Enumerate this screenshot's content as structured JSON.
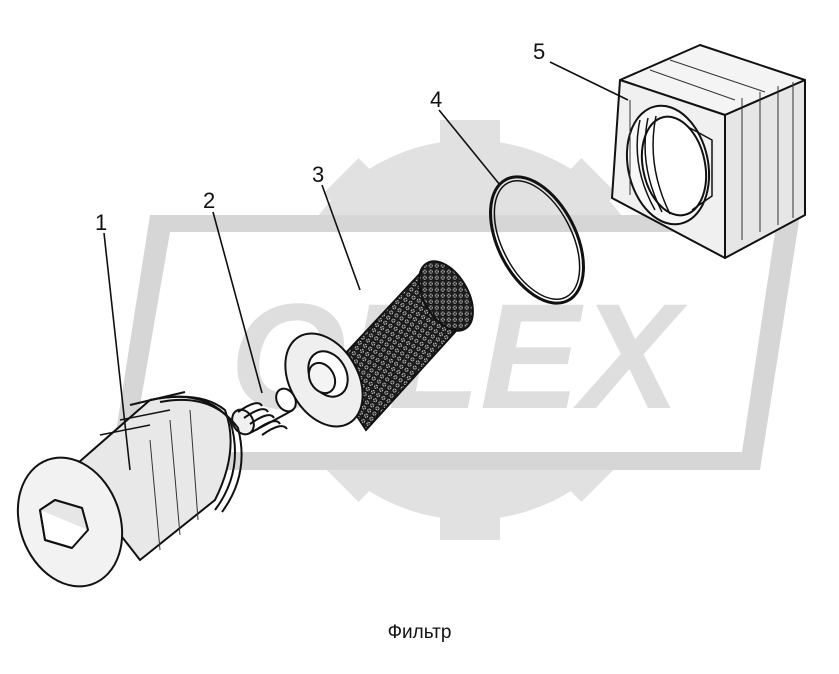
{
  "watermark": {
    "text": "OILEX",
    "color": "#dcdcdc"
  },
  "callouts": [
    {
      "id": 1,
      "label": "1"
    },
    {
      "id": 2,
      "label": "2"
    },
    {
      "id": 3,
      "label": "3"
    },
    {
      "id": 4,
      "label": "4"
    },
    {
      "id": 5,
      "label": "5"
    }
  ],
  "caption": "Фильтр",
  "colors": {
    "line": "#111111",
    "fill": "#ececec",
    "background": "#ffffff"
  }
}
